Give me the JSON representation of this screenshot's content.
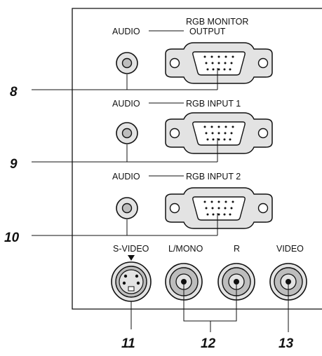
{
  "labels": {
    "audio_1": "AUDIO",
    "rgb_monitor_line1": "RGB MONITOR",
    "rgb_monitor_line2": "OUTPUT",
    "audio_2": "AUDIO",
    "rgb_input_1": "RGB INPUT 1",
    "audio_3": "AUDIO",
    "rgb_input_2": "RGB INPUT 2",
    "s_video": "S-VIDEO",
    "l_mono": "L/MONO",
    "r": "R",
    "video": "VIDEO"
  },
  "callouts": {
    "n8": "8",
    "n9": "9",
    "n10": "10",
    "n11": "11",
    "n12": "12",
    "n13": "13"
  },
  "colors": {
    "panel_stroke": "#111111",
    "connector_fill": "#e3e3e3",
    "port_fill": "#bdbdbd"
  }
}
